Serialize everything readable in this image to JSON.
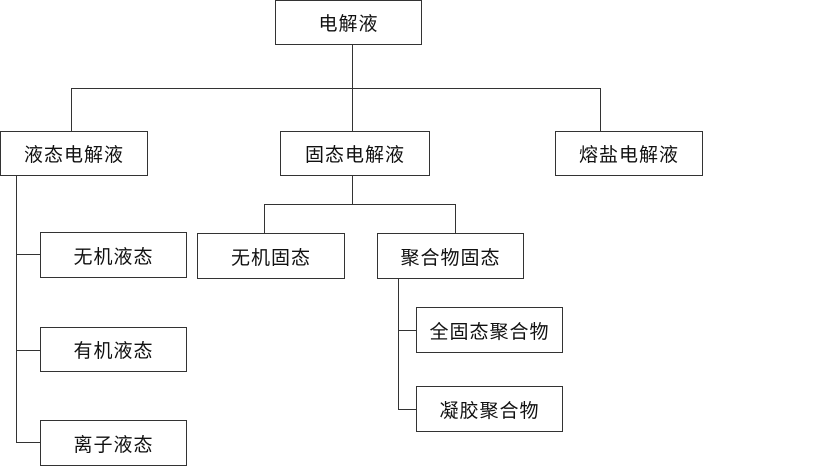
{
  "diagram": {
    "root": {
      "label": "电解液"
    },
    "categories": [
      {
        "label": "液态电解液",
        "children": [
          {
            "label": "无机液态"
          },
          {
            "label": "有机液态"
          },
          {
            "label": "离子液态"
          }
        ]
      },
      {
        "label": "固态电解液",
        "children": [
          {
            "label": "无机固态"
          },
          {
            "label": "聚合物固态",
            "children": [
              {
                "label": "全固态聚合物"
              },
              {
                "label": "凝胶聚合物"
              }
            ]
          }
        ]
      },
      {
        "label": "熔盐电解液"
      }
    ]
  }
}
